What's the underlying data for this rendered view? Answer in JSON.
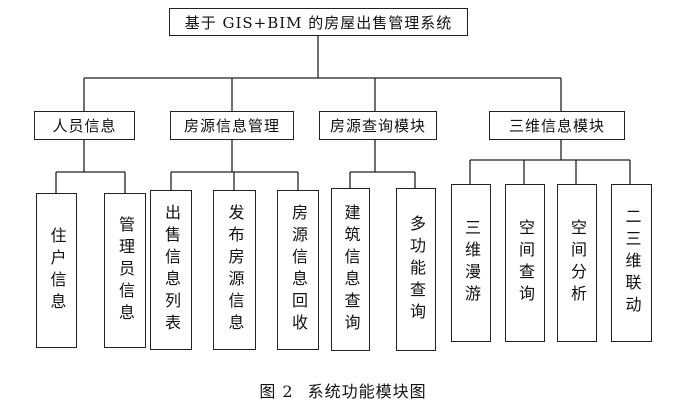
{
  "diagram": {
    "root": "基于 GIS+BIM 的房屋出售管理系统",
    "modules": [
      {
        "label": "人员信息",
        "children": [
          "住户信息",
          "管理员信息"
        ]
      },
      {
        "label": "房源信息管理",
        "children": [
          "出售信息列表",
          "发布房源信息",
          "房源信息回收"
        ]
      },
      {
        "label": "房源查询模块",
        "children": [
          "建筑信息查询",
          "多功能查询"
        ]
      },
      {
        "label": "三维信息模块",
        "children": [
          "三维漫游",
          "空间查询",
          "空间分析",
          "二三维联动"
        ]
      }
    ]
  },
  "caption": {
    "figure": "图 2",
    "title": "系统功能模块图"
  }
}
